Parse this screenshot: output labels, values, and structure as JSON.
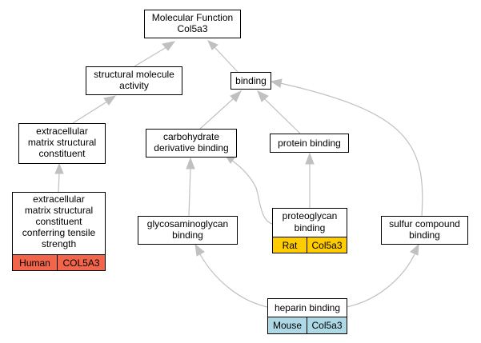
{
  "nodes": {
    "root": {
      "lines": [
        "Molecular Function",
        "Col5a3"
      ]
    },
    "structural": {
      "lines": [
        "structural molecule",
        "activity"
      ]
    },
    "binding": {
      "lines": [
        "binding"
      ]
    },
    "ecm_structural": {
      "lines": [
        "extracellular",
        "matrix structural",
        "constituent"
      ]
    },
    "carbohydrate": {
      "lines": [
        "carbohydrate",
        "derivative binding"
      ]
    },
    "protein": {
      "lines": [
        "protein binding"
      ]
    },
    "ecm_tensile": {
      "lines": [
        "extracellular",
        "matrix structural",
        "constituent",
        "conferring tensile",
        "strength"
      ],
      "tags": [
        {
          "species": "Human",
          "gene": "COL5A3",
          "color": "#f2654b"
        }
      ]
    },
    "gag": {
      "lines": [
        "glycosaminoglycan",
        "binding"
      ]
    },
    "proteoglycan": {
      "lines": [
        "proteoglycan",
        "binding"
      ],
      "tags": [
        {
          "species": "Rat",
          "gene": "Col5a3",
          "color": "#ffcc00"
        }
      ]
    },
    "sulfur": {
      "lines": [
        "sulfur compound",
        "binding"
      ]
    },
    "heparin": {
      "lines": [
        "heparin binding"
      ],
      "tags": [
        {
          "species": "Mouse",
          "gene": "Col5a3",
          "color": "#add8e6"
        }
      ]
    }
  }
}
